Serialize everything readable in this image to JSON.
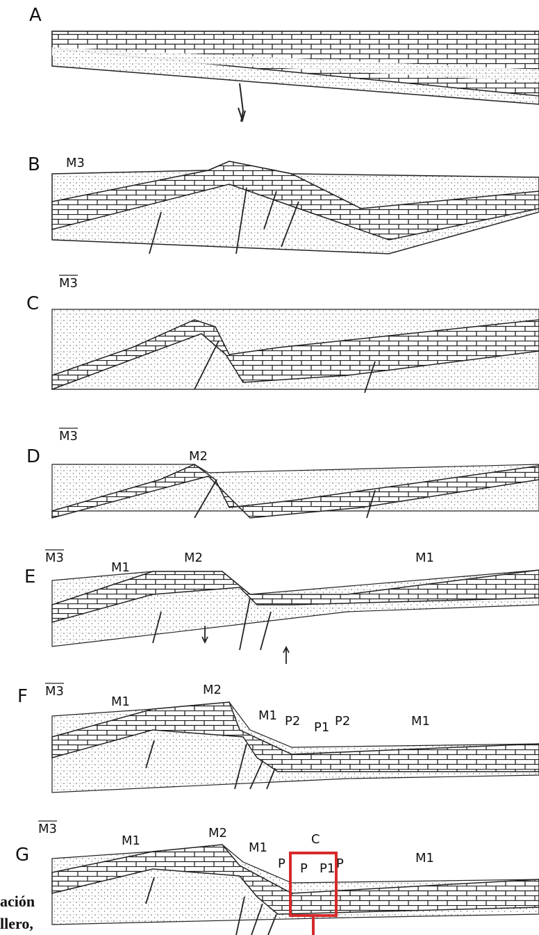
{
  "figure": {
    "panels": [
      {
        "letter": "A",
        "labels": []
      },
      {
        "letter": "B",
        "labels": [
          "M3"
        ]
      },
      {
        "letter": "C",
        "labels": [
          "M3"
        ]
      },
      {
        "letter": "D",
        "labels": [
          "M3",
          "M2"
        ]
      },
      {
        "letter": "E",
        "labels": [
          "M3",
          "M1",
          "M2",
          "M1"
        ]
      },
      {
        "letter": "F",
        "labels": [
          "M3",
          "M1",
          "M2",
          "M1",
          "P2",
          "P1",
          "P2",
          "M1"
        ]
      },
      {
        "letter": "G",
        "labels": [
          "M3",
          "M1",
          "M2",
          "M1",
          "P",
          "C",
          "P",
          "P1",
          "P",
          "M1"
        ]
      }
    ],
    "highlight_color": "#d62a2a"
  },
  "caption_fragments": {
    "line1": "ación",
    "line2": "llero,"
  }
}
